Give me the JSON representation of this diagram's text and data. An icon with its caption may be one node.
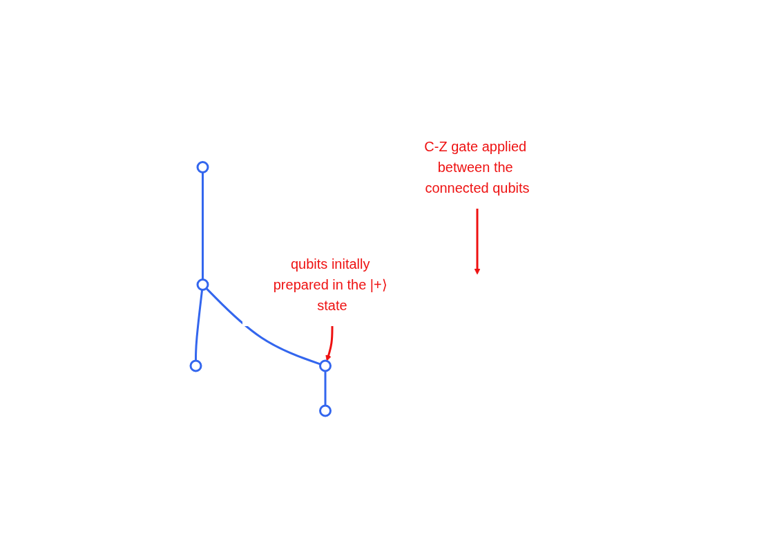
{
  "diagram": {
    "nodes": [
      {
        "text": [],
        "shape": "circle"
      },
      {
        "text": [],
        "shape": "circle"
      },
      {
        "text": [],
        "shape": "circle"
      },
      {
        "text": [],
        "shape": "circle"
      },
      {
        "text": [],
        "shape": "circle"
      },
      {
        "text": [
          "qubits initally prepared in the |+⟩ state"
        ]
      },
      {
        "text": [
          "C-Z gate applied between the connected qubits"
        ]
      }
    ],
    "edges": [
      {
        "from": 0,
        "to": 1,
        "arrow": "none"
      },
      {
        "from": 1,
        "to": 2,
        "arrow": "none"
      },
      {
        "from": 1,
        "to": 3,
        "arrow": "none"
      },
      {
        "from": 3,
        "to": 4,
        "arrow": "none"
      },
      {
        "from": 5,
        "to": 3,
        "arrow": "to",
        "color": "#ee1111"
      },
      {
        "from": 6,
        "to": null,
        "arrow": "to",
        "color": "#ee1111"
      }
    ]
  }
}
